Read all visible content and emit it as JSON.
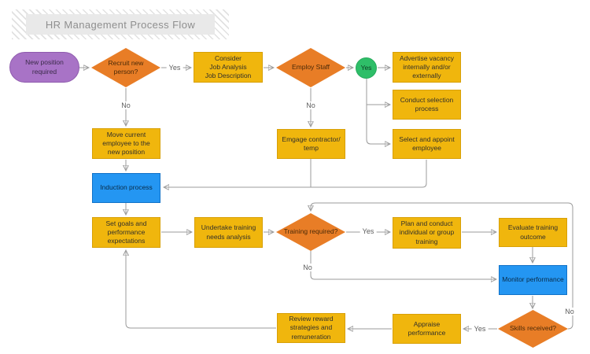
{
  "title": "HR Management Process Flow",
  "colors": {
    "process_fill": "#f0b60d",
    "process_border": "#d8a007",
    "decision_fill": "#e87d26",
    "terminator_fill": "#a873c6",
    "connector_fill": "#2ebe68",
    "highlight_fill": "#2496f2",
    "line": "#9b9b9b",
    "title_bg": "#e9e9e9",
    "title_text": "#8f8f8f"
  },
  "nodes": {
    "new_position": {
      "label": "New position\nrequired",
      "type": "terminator"
    },
    "recruit": {
      "label": "Recruit new\nperson?",
      "type": "decision"
    },
    "consider": {
      "label": "Consider\nJob Analysis\nJob Description",
      "type": "process"
    },
    "employ": {
      "label": "Employ Staff",
      "type": "decision"
    },
    "yes_connector": {
      "label": "Yes",
      "type": "connector"
    },
    "advertise": {
      "label": "Advertise vacancy\ninternally and/or\nexternally",
      "type": "process"
    },
    "conduct_selection": {
      "label": "Conduct selection\nprocess",
      "type": "process"
    },
    "select_appoint": {
      "label": "Select and appoint\nemployee",
      "type": "process"
    },
    "move_current": {
      "label": "Move current\nemployee to the\nnew position",
      "type": "process"
    },
    "engage_contractor": {
      "label": "Emgage contractor/\ntemp",
      "type": "process"
    },
    "induction": {
      "label": "Induction process",
      "type": "highlight"
    },
    "set_goals": {
      "label": "Set goals and\nperformance\nexpectations",
      "type": "process"
    },
    "undertake_training": {
      "label": "Undertake training\nneeds analysis",
      "type": "process"
    },
    "training_required": {
      "label": "Training required?",
      "type": "decision"
    },
    "plan_training": {
      "label": "Plan and conduct\nindividual or group\ntraining",
      "type": "process"
    },
    "evaluate_training": {
      "label": "Evaluate training\noutcome",
      "type": "process"
    },
    "monitor_performance": {
      "label": "Monitor performance",
      "type": "highlight"
    },
    "skills_received": {
      "label": "Skills received?",
      "type": "decision"
    },
    "appraise": {
      "label": "Appraise\nperformance",
      "type": "process"
    },
    "review_reward": {
      "label": "Review reward\nstrategies and\nremuneration",
      "type": "process"
    }
  },
  "edge_labels": {
    "recruit_yes": "Yes",
    "recruit_no": "No",
    "employ_no": "No",
    "training_yes": "Yes",
    "training_no": "No",
    "skills_yes": "Yes",
    "skills_no": "No"
  }
}
